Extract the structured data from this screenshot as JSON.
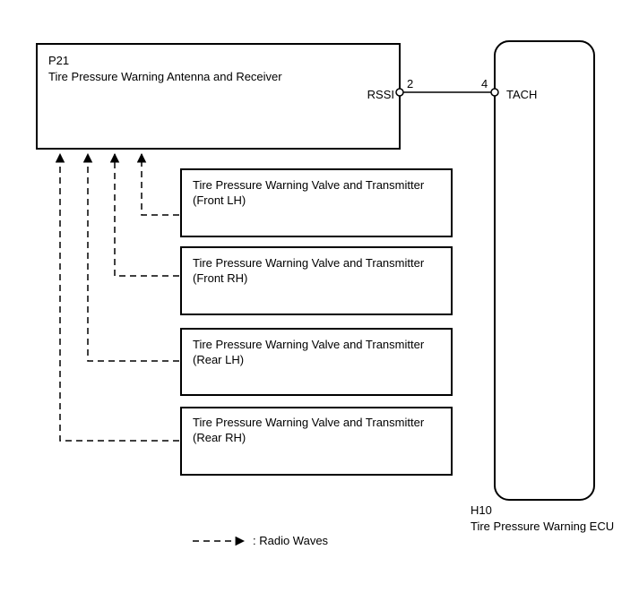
{
  "receiver": {
    "code": "P21",
    "name": "Tire Pressure Warning Antenna and Receiver",
    "pin_label": "RSSI",
    "pin_number": "2"
  },
  "ecu": {
    "code": "H10",
    "name": "Tire Pressure Warning ECU",
    "pin_label": "TACH",
    "pin_number": "4"
  },
  "transmitters": [
    {
      "line1": "Tire Pressure Warning Valve and Transmitter",
      "line2": "(Front LH)"
    },
    {
      "line1": "Tire Pressure Warning Valve and Transmitter",
      "line2": "(Front RH)"
    },
    {
      "line1": "Tire Pressure Warning Valve and Transmitter",
      "line2": "(Rear LH)"
    },
    {
      "line1": "Tire Pressure Warning Valve and Transmitter",
      "line2": "(Rear RH)"
    }
  ],
  "legend": {
    "label": ": Radio Waves"
  }
}
